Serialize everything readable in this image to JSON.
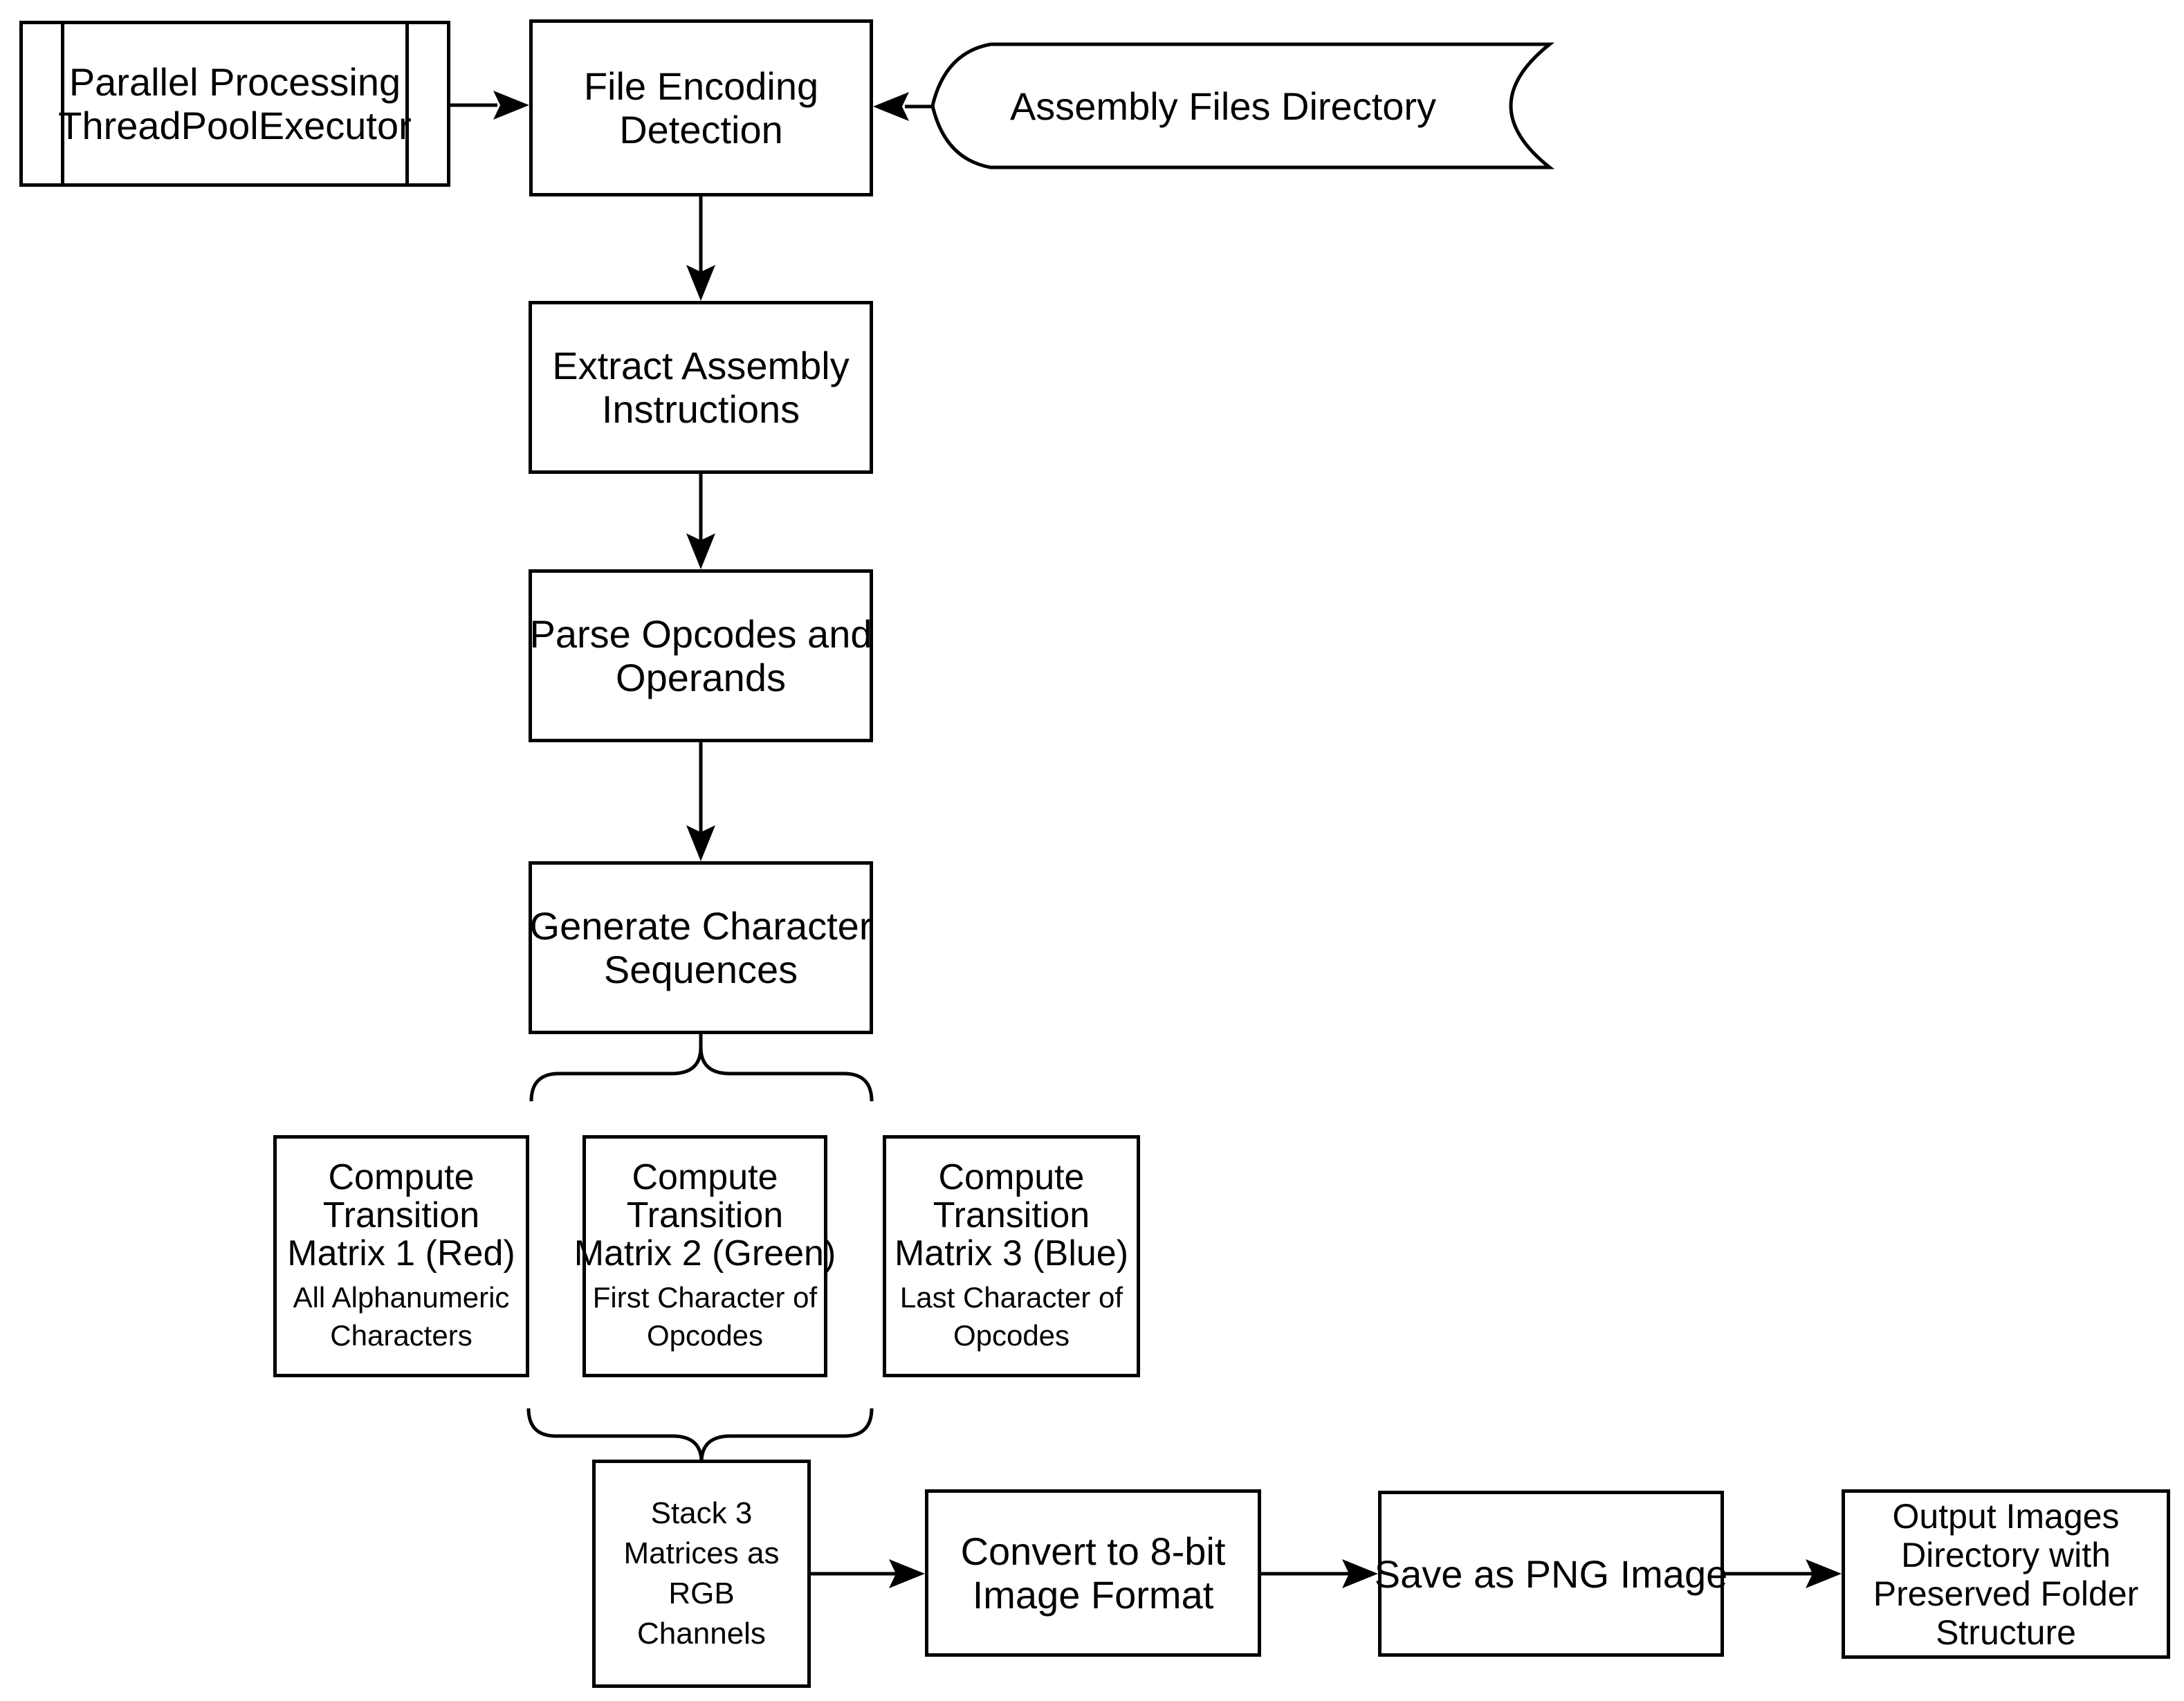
{
  "diagram": {
    "type": "flowchart",
    "nodes": {
      "parallel": {
        "label": "Parallel Processing\nThreadPoolExecutor",
        "shape": "predefined-process"
      },
      "file": {
        "label": "File Encoding\nDetection",
        "shape": "process"
      },
      "assembly": {
        "label": "Assembly Files Directory",
        "shape": "stored-data"
      },
      "extract": {
        "label": "Extract Assembly\nInstructions",
        "shape": "process"
      },
      "parse": {
        "label": "Parse Opcodes and\nOperands",
        "shape": "process"
      },
      "generate": {
        "label": "Generate Character\nSequences",
        "shape": "process"
      },
      "matrix1": {
        "title": "Compute\nTransition\nMatrix 1 (Red)",
        "subtitle": "All Alphanumeric\nCharacters",
        "shape": "process"
      },
      "matrix2": {
        "title": "Compute\nTransition\nMatrix 2 (Green)",
        "subtitle": "First Character of\nOpcodes",
        "shape": "process"
      },
      "matrix3": {
        "title": "Compute\nTransition\nMatrix 3 (Blue)",
        "subtitle": "Last Character of\nOpcodes",
        "shape": "process"
      },
      "stack": {
        "label": "Stack 3\nMatrices as\nRGB\nChannels",
        "shape": "process"
      },
      "convert": {
        "label": "Convert to 8-bit\nImage Format",
        "shape": "process"
      },
      "save": {
        "label": "Save as PNG Image",
        "shape": "process"
      },
      "output": {
        "label": "Output Images\nDirectory with\nPreserved Folder\nStructure",
        "shape": "process"
      }
    },
    "edges": [
      {
        "from": "parallel",
        "to": "file",
        "style": "arrow"
      },
      {
        "from": "assembly",
        "to": "file",
        "style": "arrow"
      },
      {
        "from": "file",
        "to": "extract",
        "style": "arrow"
      },
      {
        "from": "extract",
        "to": "parse",
        "style": "arrow"
      },
      {
        "from": "parse",
        "to": "generate",
        "style": "arrow"
      },
      {
        "from": "generate",
        "to": "matrix1,matrix2,matrix3",
        "style": "brace"
      },
      {
        "from": "matrix1,matrix2,matrix3",
        "to": "stack",
        "style": "brace"
      },
      {
        "from": "stack",
        "to": "convert",
        "style": "arrow"
      },
      {
        "from": "convert",
        "to": "save",
        "style": "arrow"
      },
      {
        "from": "save",
        "to": "output",
        "style": "arrow"
      }
    ],
    "colors": {
      "stroke": "#000000",
      "fill": "#ffffff",
      "background": "#ffffff",
      "text": "#000000"
    }
  }
}
